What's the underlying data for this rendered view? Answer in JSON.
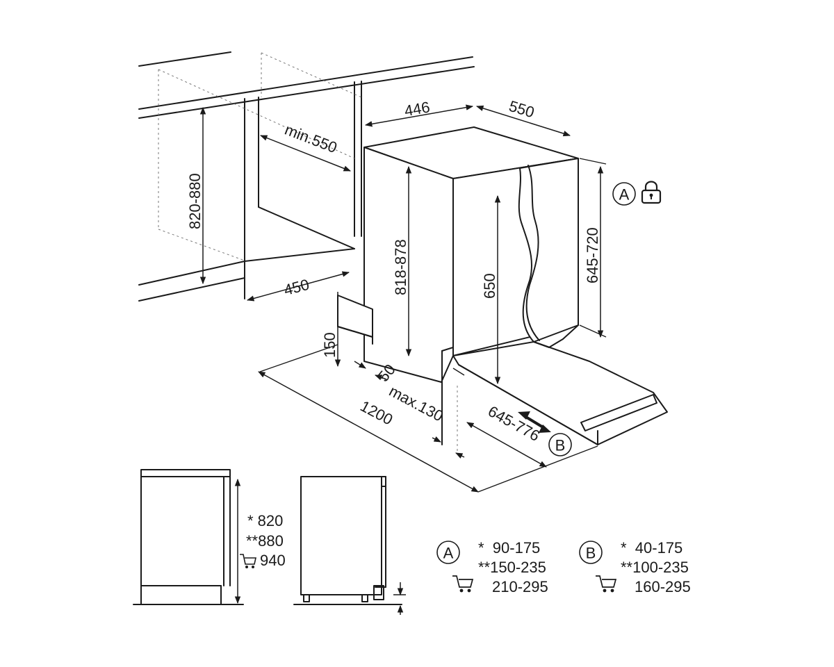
{
  "dimensions": {
    "width_446": "446",
    "depth_550": "550",
    "min_550": "min.550",
    "height_820_880": "820-880",
    "depth_450": "450",
    "height_818_878": "818-878",
    "height_650": "650",
    "height_645_720": "645-720",
    "plinth_150": "150",
    "plinth_50": "50",
    "length_1200": "1200",
    "max_130": "max.130",
    "range_645_776": "645-776"
  },
  "markers": {
    "a": "A",
    "b": "B"
  },
  "side_view": {
    "line1": "* 820",
    "line2": "**880",
    "line3": "940"
  },
  "legend": {
    "a": {
      "label": "A",
      "row1": "*  90-175",
      "row2": "**150-235",
      "row3": "210-295"
    },
    "b": {
      "label": "B",
      "row1": "*  40-175",
      "row2": "**100-235",
      "row3": "160-295"
    }
  },
  "icons": {
    "lock": "padlock-icon",
    "cart": "shopping-cart-icon",
    "arrow": "double-arrow-icon"
  }
}
